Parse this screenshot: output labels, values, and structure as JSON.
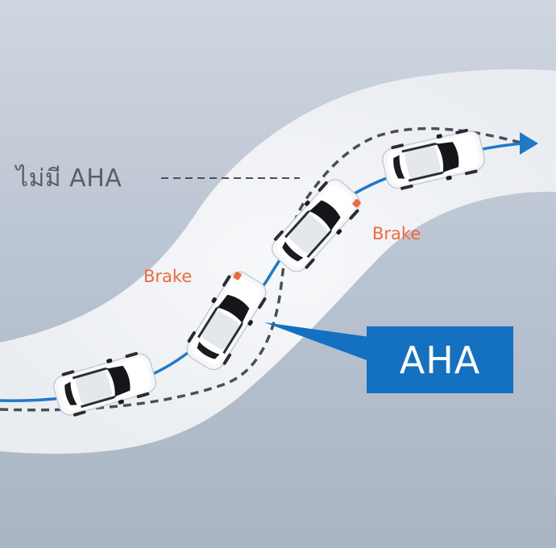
{
  "labels": {
    "without_aha": "ไม่มี AHA",
    "brake_1": "Brake",
    "brake_2": "Brake",
    "aha": "AHA"
  },
  "colors": {
    "aha_path": "#1f78c8",
    "no_aha_path": "#4a4f57",
    "brake": "#ee6a3d",
    "aha_box": "#1470c0",
    "road": "#eef0f3"
  }
}
